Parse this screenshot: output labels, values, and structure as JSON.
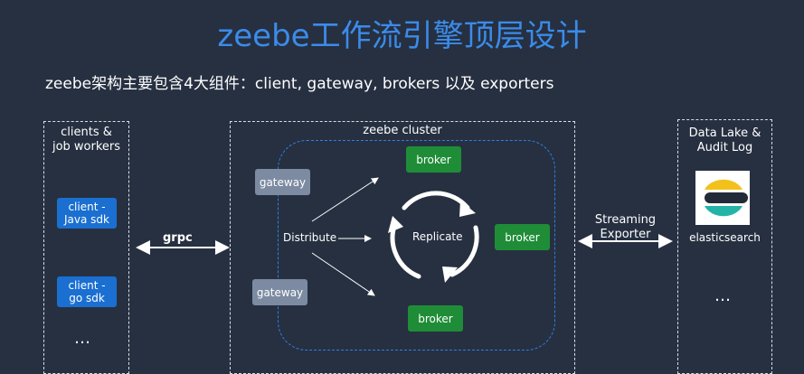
{
  "title": "zeebe工作流引擎顶层设计",
  "subtitle": "zeebe架构主要包含4大组件：client, gateway, brokers 以及 exporters",
  "clients": {
    "title_line1": "clients &",
    "title_line2": "job workers",
    "java_line1": "client -",
    "java_line2": "Java sdk",
    "go_line1": "client -",
    "go_line2": "go sdk",
    "more": "…"
  },
  "grpc_label": "grpc",
  "cluster": {
    "title": "zeebe cluster",
    "gateway_top": "gateway",
    "gateway_bottom": "gateway",
    "distribute": "Distribute",
    "replicate": "Replicate",
    "broker_top": "broker",
    "broker_right": "broker",
    "broker_bottom": "broker"
  },
  "exporter": {
    "line1": "Streaming",
    "line2": "Exporter"
  },
  "datalake": {
    "title_line1": "Data Lake &",
    "title_line2": "Audit Log",
    "elastic_label": "elasticsearch",
    "more": "…"
  },
  "colors": {
    "background": "#263041",
    "title_blue": "#3b8bea",
    "client_blue": "#1a6fd1",
    "broker_green": "#1f8d37",
    "gateway_gray": "#7c8ba2"
  }
}
